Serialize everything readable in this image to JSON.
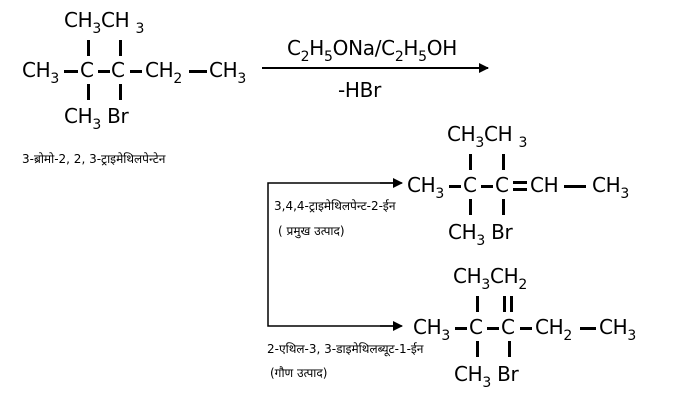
{
  "reactant": {
    "top": "CH3CH3",
    "chain": [
      "CH3",
      "C",
      "C",
      "CH2",
      "CH3"
    ],
    "bottom": "CH3 Br",
    "name": "3-ब्रोमो-2, 2, 3-ट्राइमेथिलपेन्टेन"
  },
  "reaction": {
    "reagent": "C2H5ONa/C2H5OH",
    "byproduct": "-HBr"
  },
  "product_major": {
    "top": "CH3CH3",
    "chain": [
      "CH3",
      "C",
      "C",
      "CH",
      "CH3"
    ],
    "bottom": "CH3 Br",
    "name": "3,4,4-ट्राइमेथिलपेन्ट-2-ईन",
    "note": "( प्रमुख उत्पाद)"
  },
  "product_minor": {
    "top": "CH3CH2",
    "chain": [
      "CH3",
      "C",
      "C",
      "CH2",
      "CH3"
    ],
    "bottom": "CH3 Br",
    "name": "2-एथिल-3, 3-डाइमेथिलब्यूट-1-ईन",
    "note": "(गौण उत्पाद)"
  }
}
